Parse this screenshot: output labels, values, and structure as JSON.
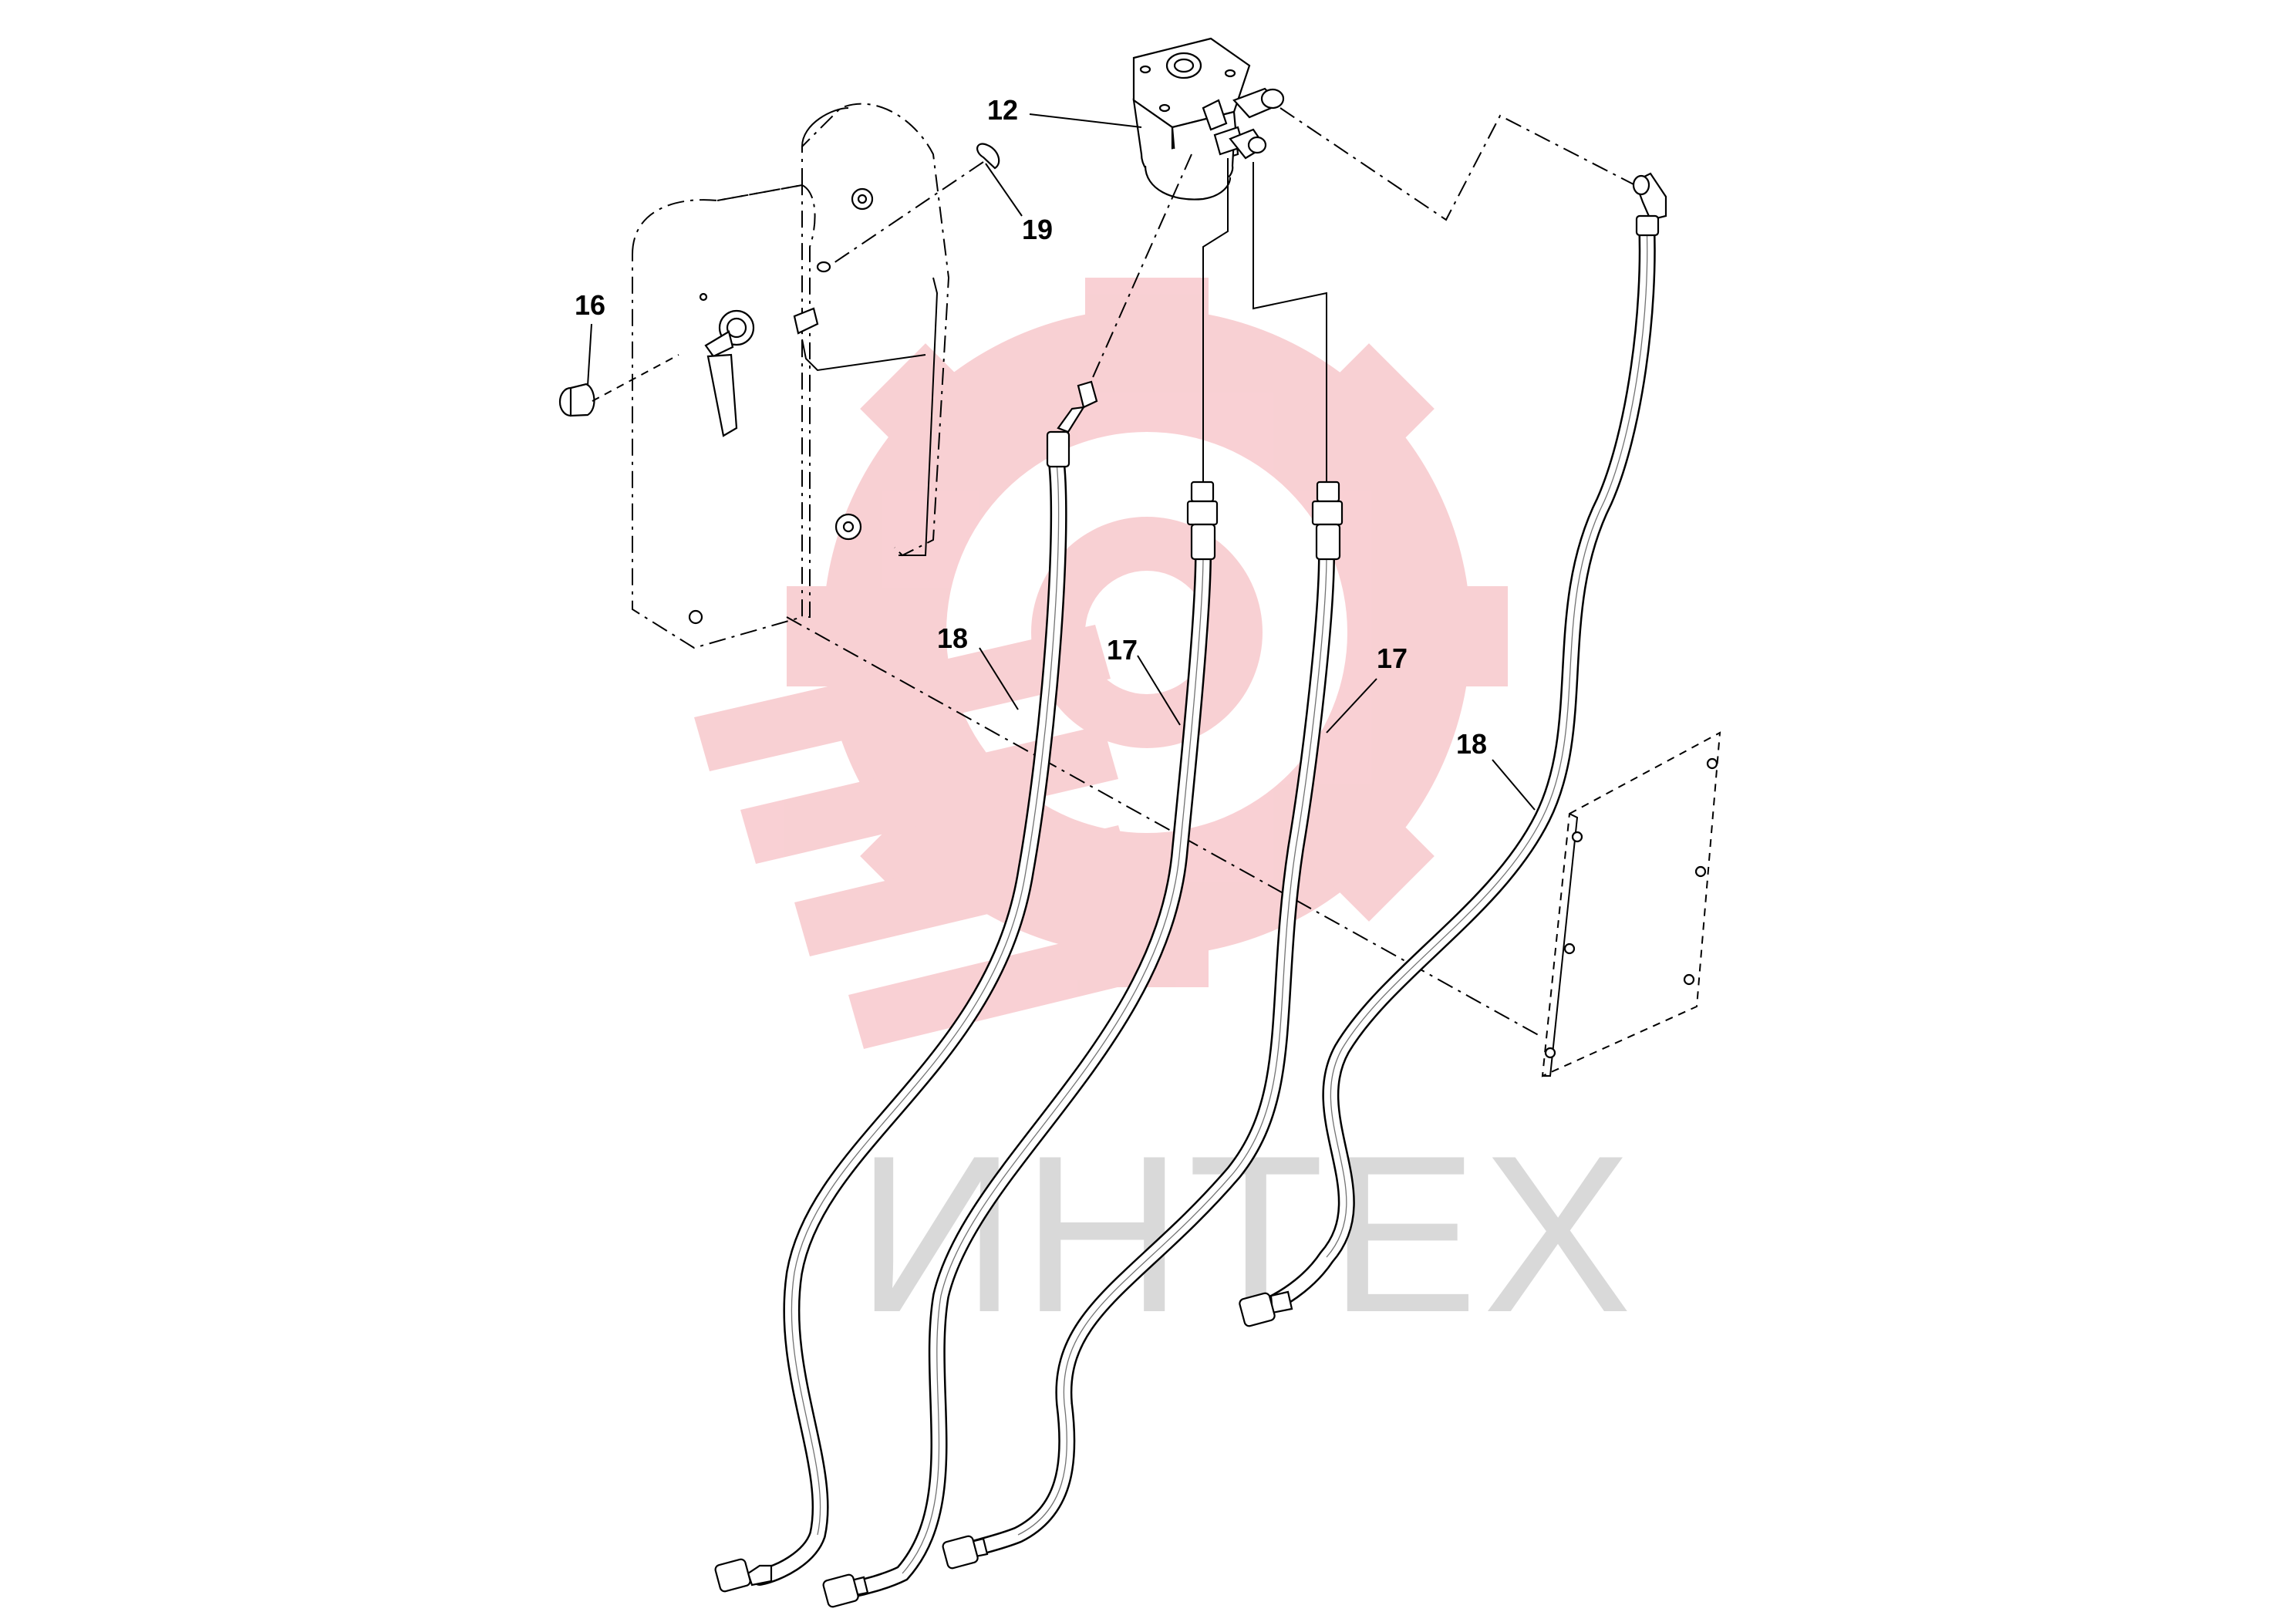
{
  "watermark": {
    "text": "ИНТЕХ",
    "gear_color": "#f4aab0",
    "text_color": "#d9d9d9"
  },
  "callouts": {
    "steering_unit": "12",
    "knob": "16",
    "hose_left": "18",
    "hose_mid_left": "17",
    "hose_mid_right": "17",
    "hose_right": "18",
    "clip": "19"
  }
}
